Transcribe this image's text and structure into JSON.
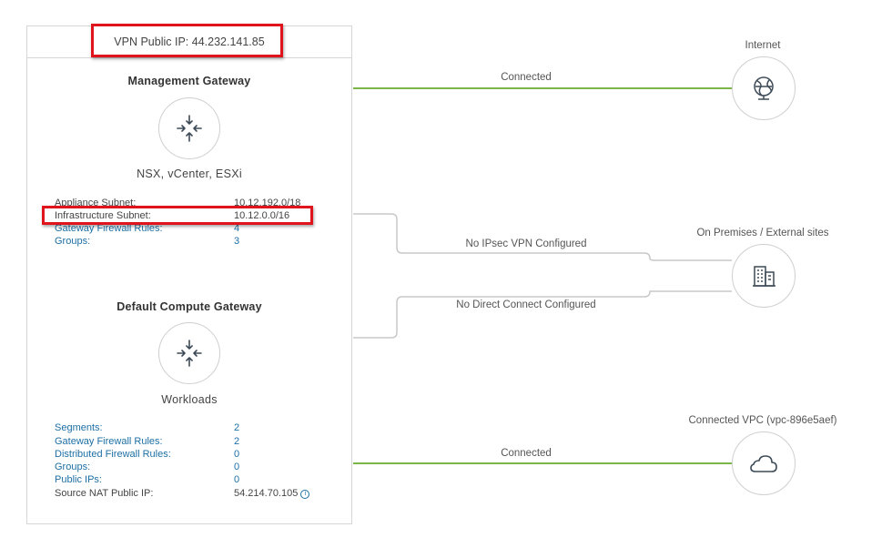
{
  "panel": {
    "vpn_public_ip": "VPN Public IP: 44.232.141.85",
    "management_gateway": {
      "title": "Management Gateway",
      "subtitle": "NSX, vCenter, ESXi",
      "icon": "router-arrows-icon",
      "rows": [
        {
          "key": "Appliance Subnet:",
          "value": "10.12.192.0/18"
        },
        {
          "key": "Infrastructure Subnet:",
          "value": "10.12.0.0/16"
        },
        {
          "key": "Gateway Firewall Rules:",
          "value": "4"
        },
        {
          "key": "Groups:",
          "value": "3"
        }
      ]
    },
    "compute_gateway": {
      "title": "Default Compute Gateway",
      "subtitle": "Workloads",
      "icon": "router-arrows-icon",
      "rows": [
        {
          "key": "Segments:",
          "value": "2"
        },
        {
          "key": "Gateway Firewall Rules:",
          "value": "2"
        },
        {
          "key": "Distributed Firewall Rules:",
          "value": "0"
        },
        {
          "key": "Groups:",
          "value": "0"
        },
        {
          "key": "Public IPs:",
          "value": "0"
        },
        {
          "key": "Source NAT Public IP:",
          "value": "54.214.70.105"
        }
      ],
      "info_glyph": "i"
    }
  },
  "connections": {
    "internet_status": "Connected",
    "ipsec_status": "No IPsec VPN Configured",
    "direct_connect_status": "No Direct Connect Configured",
    "vpc_status": "Connected"
  },
  "nodes": {
    "internet": {
      "label": "Internet",
      "icon": "globe-icon"
    },
    "on_premises": {
      "label": "On Premises / External sites",
      "icon": "building-icon"
    },
    "vpc": {
      "label": "Connected VPC (vpc-896e5aef)",
      "icon": "cloud-icon"
    }
  },
  "colors": {
    "connected_line": "#7ab648",
    "inactive_line": "#c8c8c8",
    "highlight": "#e0141c",
    "link": "#1d6fa5"
  }
}
